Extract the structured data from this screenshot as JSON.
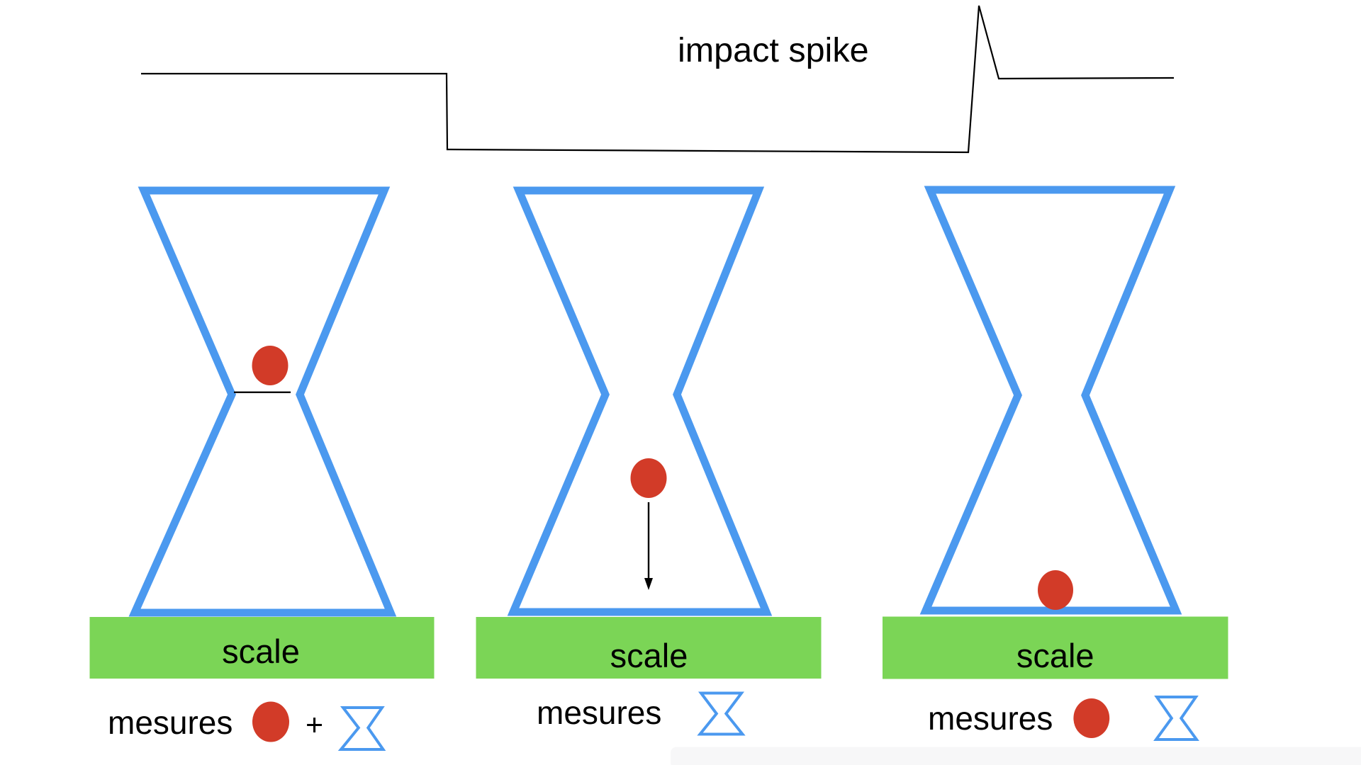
{
  "slide": {
    "title": "impact spike",
    "panels": [
      {
        "scale_label": "scale",
        "legend_label": "mesures",
        "legend_plus": "+",
        "legend_icons": [
          "ball",
          "hourglass"
        ],
        "ball_state": "blocked at neck"
      },
      {
        "scale_label": "scale",
        "legend_label": "mesures",
        "legend_icons": [
          "hourglass"
        ],
        "ball_state": "falling"
      },
      {
        "scale_label": "scale",
        "legend_label": "mesures",
        "legend_icons": [
          "ball",
          "hourglass"
        ],
        "ball_state": "landed on scale"
      }
    ],
    "colors": {
      "bg": "#ffffff",
      "blue": "#4b99ef",
      "green": "#7bd556",
      "red": "#d23b28",
      "line": "#000000",
      "band": "#f7f7f8"
    }
  }
}
